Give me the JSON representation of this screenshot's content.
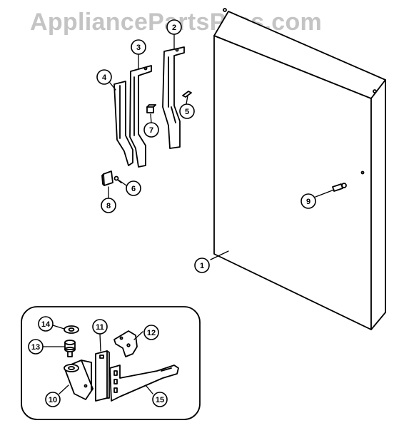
{
  "watermark": {
    "text": "AppliancePartsPros.com"
  },
  "callouts": [
    {
      "id": "1",
      "label": "1"
    },
    {
      "id": "2",
      "label": "2"
    },
    {
      "id": "3",
      "label": "3"
    },
    {
      "id": "4",
      "label": "4"
    },
    {
      "id": "5",
      "label": "5"
    },
    {
      "id": "6",
      "label": "6"
    },
    {
      "id": "7",
      "label": "7"
    },
    {
      "id": "8",
      "label": "8"
    },
    {
      "id": "9",
      "label": "9"
    },
    {
      "id": "10",
      "label": "10"
    },
    {
      "id": "11",
      "label": "11"
    },
    {
      "id": "12",
      "label": "12"
    },
    {
      "id": "13",
      "label": "13"
    },
    {
      "id": "14",
      "label": "14"
    },
    {
      "id": "15",
      "label": "15"
    }
  ],
  "colors": {
    "line": "#000000",
    "watermark": "#c4c4c4",
    "background": "#ffffff"
  }
}
